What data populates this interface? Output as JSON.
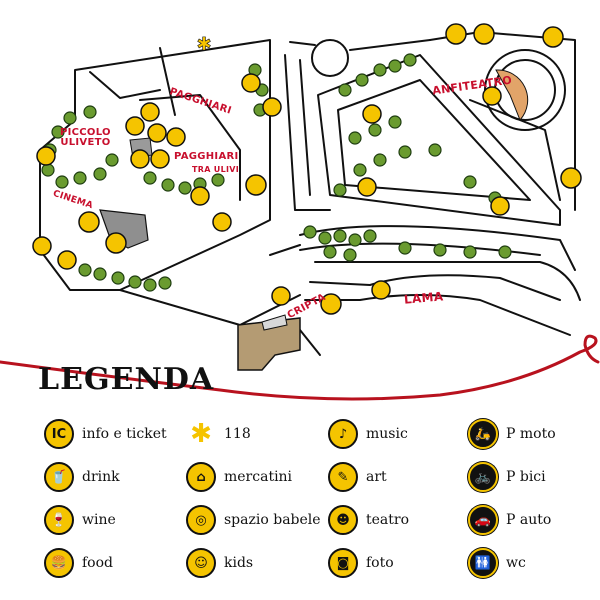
{
  "map": {
    "labels": {
      "anfiteatro": "ANFITEATRO",
      "pagghiari": "PAGGHIARI",
      "piccolo_uliveto": "PICCOLO\nULIVETO",
      "pagghiari_tra_ulivi_1": "PAGGHIARI",
      "pagghiari_tra_ulivi_2": "TRA ULIVI",
      "cinema": "CINEMA",
      "cripta": "CRIPTA",
      "lama": "LAMA"
    }
  },
  "legend": {
    "title": "LEGENDA",
    "items": [
      {
        "icon": "info-ticket-icon",
        "glyph": "IC",
        "label": "info e ticket",
        "style": "yellow"
      },
      {
        "icon": "drink-icon",
        "glyph": "🥤",
        "label": "drink",
        "style": "yellow"
      },
      {
        "icon": "wine-icon",
        "glyph": "🍷",
        "label": "wine",
        "style": "yellow"
      },
      {
        "icon": "food-icon",
        "glyph": "🍔",
        "label": "food",
        "style": "yellow"
      },
      {
        "icon": "ambulance-118-icon",
        "glyph": "✱",
        "label": "118",
        "style": "plain"
      },
      {
        "icon": "market-stall-icon",
        "glyph": "⌂",
        "label": "mercatini",
        "style": "yellow"
      },
      {
        "icon": "spiral-icon",
        "glyph": "◎",
        "label": "spazio babele",
        "style": "yellow"
      },
      {
        "icon": "kids-icon",
        "glyph": "☺",
        "label": "kids",
        "style": "yellow"
      },
      {
        "icon": "music-icon",
        "glyph": "♪",
        "label": "music",
        "style": "yellow"
      },
      {
        "icon": "art-brush-icon",
        "glyph": "✎",
        "label": "art",
        "style": "yellow"
      },
      {
        "icon": "theatre-masks-icon",
        "glyph": "☻",
        "label": "teatro",
        "style": "yellow"
      },
      {
        "icon": "camera-icon",
        "glyph": "◙",
        "label": "foto",
        "style": "yellow"
      },
      {
        "icon": "motorbike-parking-icon",
        "glyph": "🛵",
        "label": "P moto",
        "style": "dark"
      },
      {
        "icon": "bike-parking-icon",
        "glyph": "🚲",
        "label": "P bici",
        "style": "dark"
      },
      {
        "icon": "car-parking-icon",
        "glyph": "🚗",
        "label": "P auto",
        "style": "dark"
      },
      {
        "icon": "wc-icon",
        "glyph": "🚻",
        "label": "wc",
        "style": "dark"
      }
    ]
  }
}
